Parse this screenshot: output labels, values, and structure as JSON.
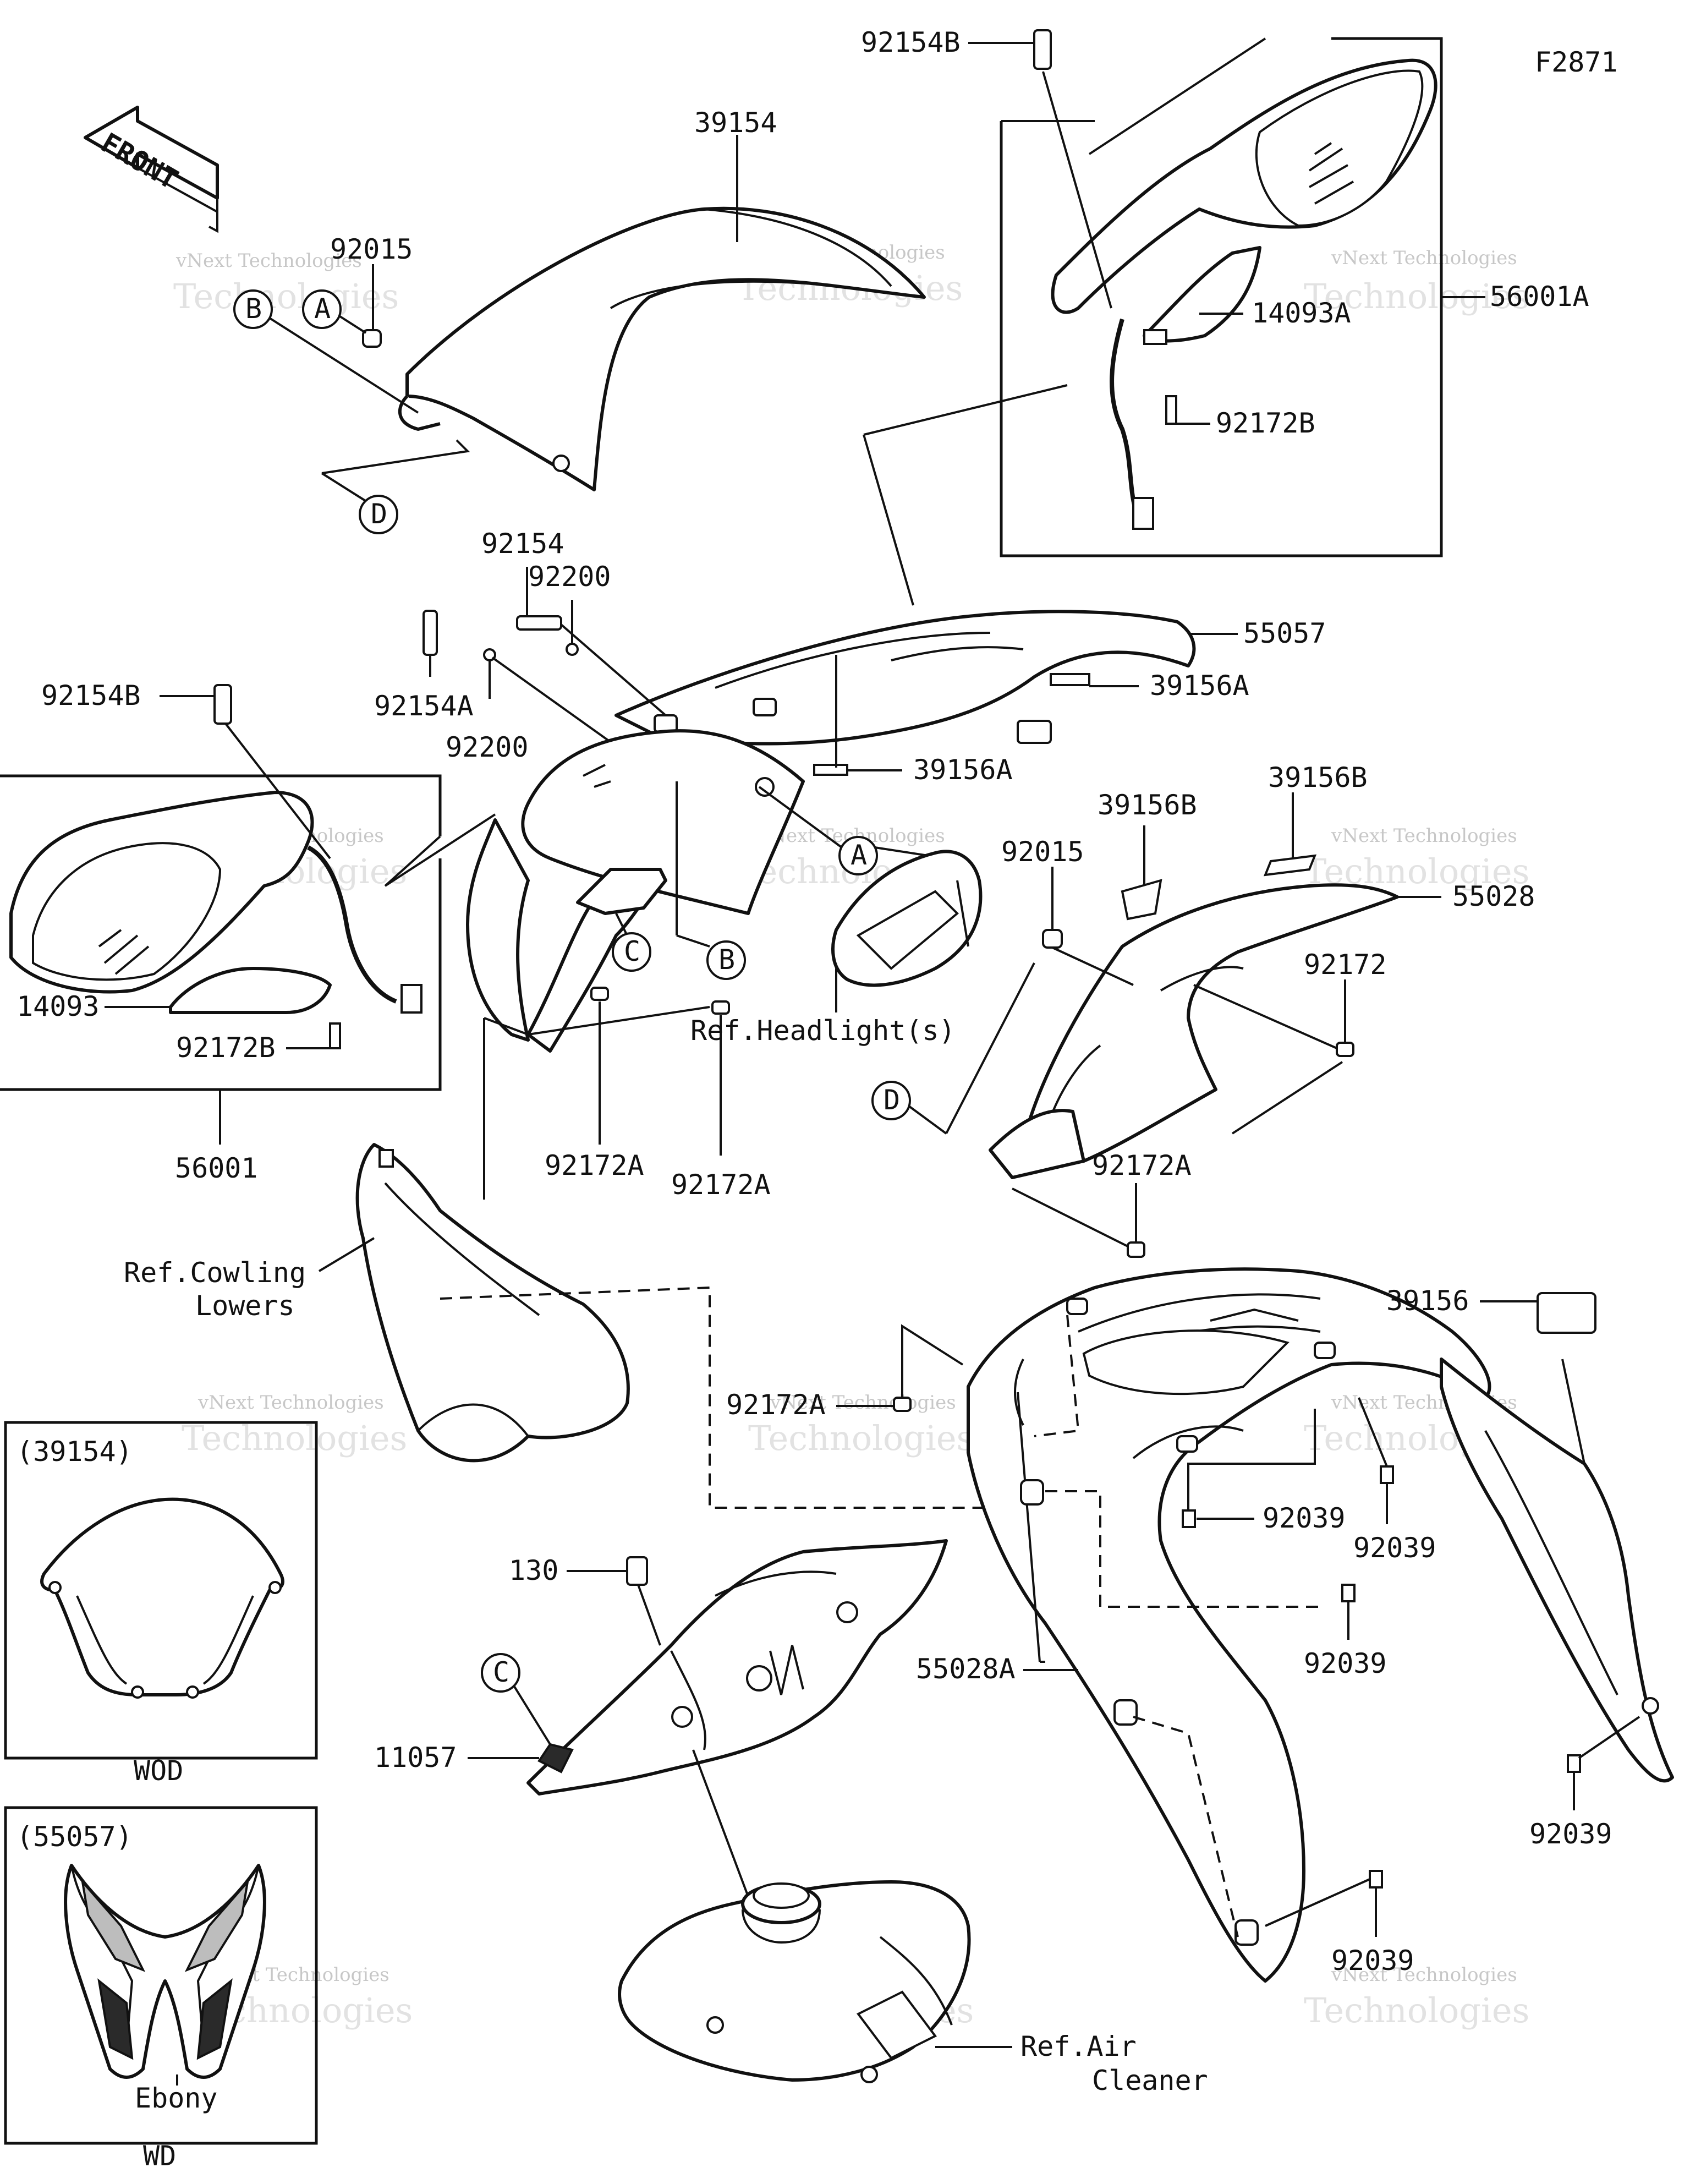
{
  "figure_code": "F2871",
  "front_label": "FRONT",
  "watermark": {
    "line1": "vNext Technologies",
    "line2": "Technologies"
  },
  "callouts": [
    "A",
    "B",
    "C",
    "D"
  ],
  "labels": {
    "p39154": "39154",
    "p92015_top": "92015",
    "p92154B_top": "92154B",
    "p56001A": "56001A",
    "p14093A": "14093A",
    "p92172B_top": "92172B",
    "p92154": "92154",
    "p92200_top": "92200",
    "p55057": "55057",
    "p39156A_1": "39156A",
    "p39156A_2": "39156A",
    "p92154A": "92154A",
    "p92200_mid": "92200",
    "p92154B_left": "92154B",
    "p14093": "14093",
    "p92172B_left": "92172B",
    "p56001": "56001",
    "p92172A_1": "92172A",
    "p92172A_2": "92172A",
    "p39156B_1": "39156B",
    "p39156B_2": "39156B",
    "p92015_mid": "92015",
    "p55028": "55028",
    "p92172": "92172",
    "p92172A_3": "92172A",
    "p92172A_4": "92172A",
    "p39156": "39156",
    "p92039_1": "92039",
    "p92039_2": "92039",
    "p92039_3": "92039",
    "p92039_4": "92039",
    "p92039_5": "92039",
    "p130": "130",
    "p11057": "11057",
    "p55028A": "55028A"
  },
  "references": {
    "headlight": "Ref.Headlight(s)",
    "cowling_1": "Ref.Cowling",
    "cowling_2": "Lowers",
    "air_1": "Ref.Air",
    "air_2": "Cleaner"
  },
  "insets": {
    "windshield": {
      "part": "(39154)",
      "caption": "WOD"
    },
    "cover": {
      "part": "(55057)",
      "color": "Ebony",
      "caption": "WD"
    }
  }
}
